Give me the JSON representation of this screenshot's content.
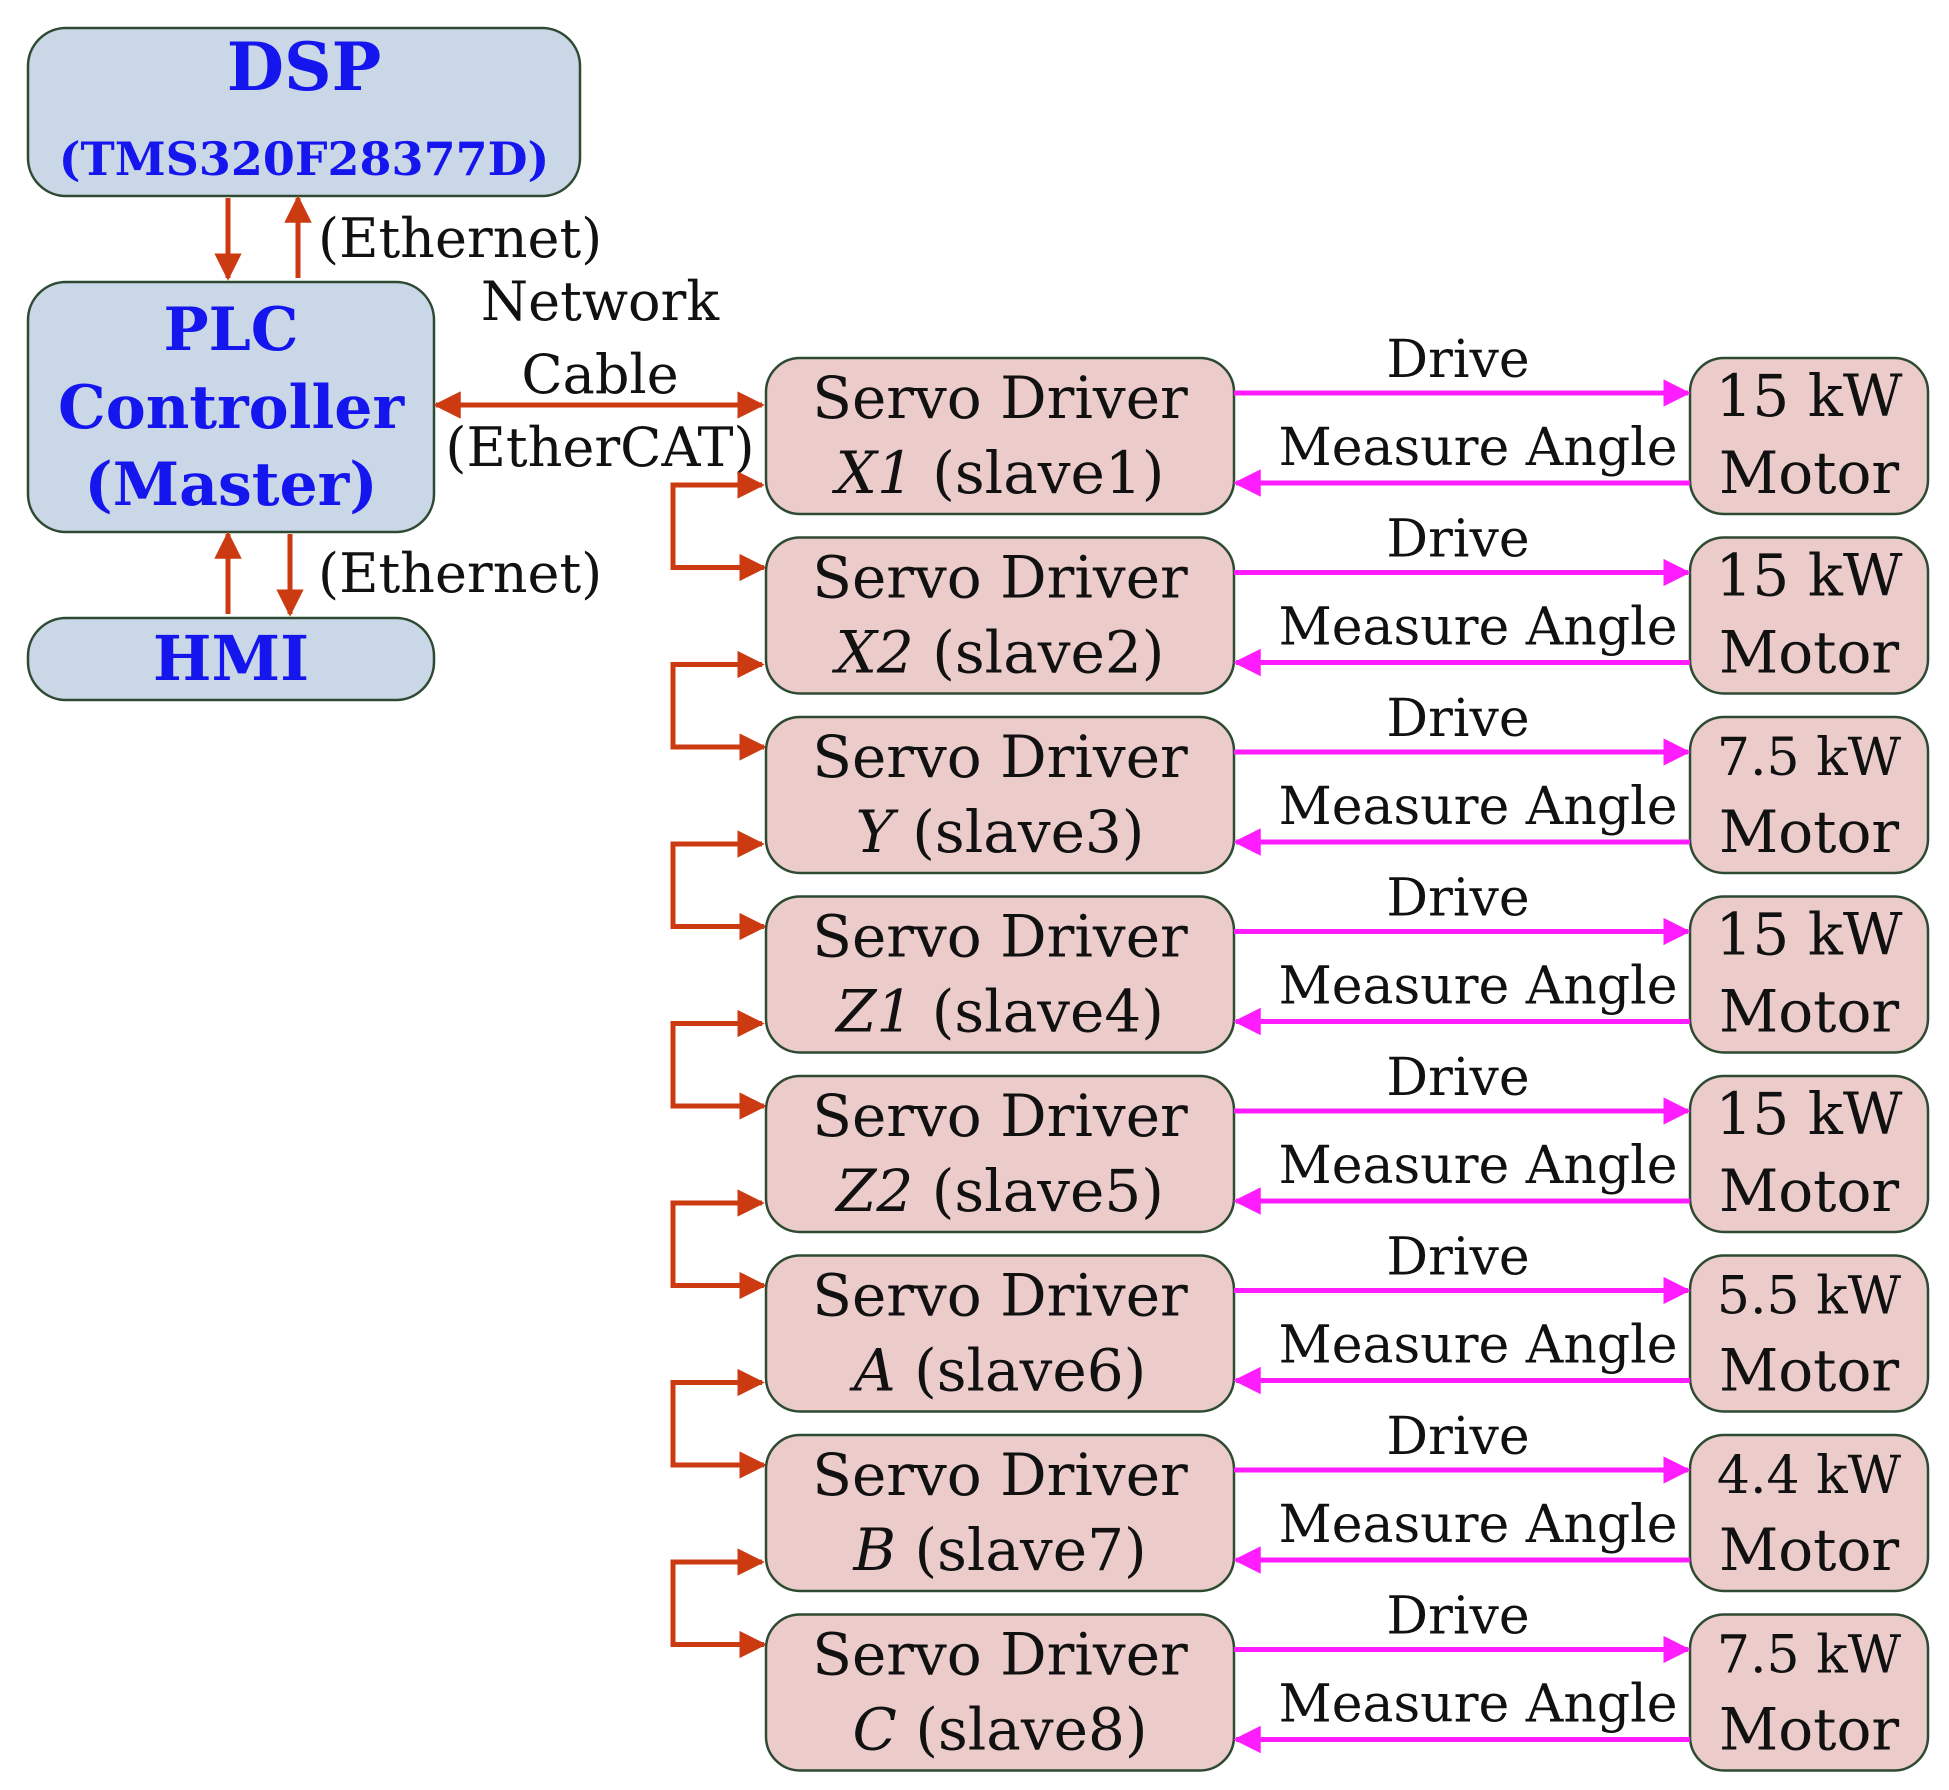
{
  "colors": {
    "master_box": "#c9d7e6",
    "slave_box": "#ebcccb",
    "master_text": "#1515ee",
    "ethernet_line": "#cc3a12",
    "signal_line": "#ff1cff"
  },
  "dsp": {
    "title": "DSP",
    "model": "(TMS320F28377D)"
  },
  "plc": {
    "line1": "PLC",
    "line2": "Controller",
    "line3": "(Master)"
  },
  "hmi": {
    "title": "HMI"
  },
  "links": {
    "dsp_plc": "(Ethernet)",
    "plc_hmi": "(Ethernet)",
    "network_line1": "Network",
    "network_line2": "Cable",
    "network_line3": "(EtherCAT)",
    "drive": "Drive",
    "measure": "Measure Angle"
  },
  "servo_label": "Servo Driver",
  "servos": [
    {
      "axis": "X1",
      "slave": "(slave1)",
      "motor_power": "15 kW",
      "motor": "Motor"
    },
    {
      "axis": "X2",
      "slave": "(slave2)",
      "motor_power": "15 kW",
      "motor": "Motor"
    },
    {
      "axis": "Y",
      "slave": "(slave3)",
      "motor_power": "7.5 kW",
      "motor": "Motor"
    },
    {
      "axis": "Z1",
      "slave": "(slave4)",
      "motor_power": "15 kW",
      "motor": "Motor"
    },
    {
      "axis": "Z2",
      "slave": "(slave5)",
      "motor_power": "15 kW",
      "motor": "Motor"
    },
    {
      "axis": "A",
      "slave": "(slave6)",
      "motor_power": "5.5 kW",
      "motor": "Motor"
    },
    {
      "axis": "B",
      "slave": "(slave7)",
      "motor_power": "4.4 kW",
      "motor": "Motor"
    },
    {
      "axis": "C",
      "slave": "(slave8)",
      "motor_power": "7.5 kW",
      "motor": "Motor"
    }
  ]
}
